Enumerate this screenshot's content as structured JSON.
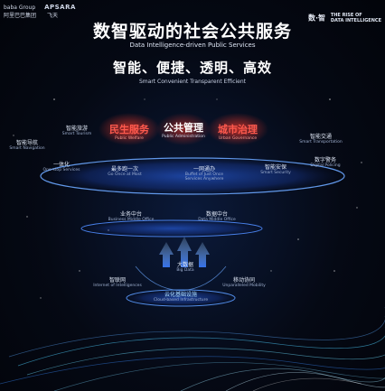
{
  "logos": {
    "left_brand": "APSARA",
    "left_small_1": "baba Group",
    "left_small_2": "阿里巴巴集团",
    "left_small_3": "飞天",
    "right_brand": "数·智",
    "right_line_1": "THE RISE OF",
    "right_line_2": "DATA INTELLIGENCE"
  },
  "title": {
    "main_cn": "数智驱动的社会公共服务",
    "main_en": "Data Intelligence-driven Public Services",
    "values_cn": "智能、便捷、透明、高效",
    "values_en": "Smart  Convenient  Transparent  Efficient"
  },
  "top_row": {
    "left": {
      "cn": "民生服务",
      "en": "Public Welfare"
    },
    "center": {
      "cn": "公共管理",
      "en": "Public Administration"
    },
    "right": {
      "cn": "城市治理",
      "en": "Urban Governance"
    }
  },
  "services": [
    {
      "cn": "智能导航",
      "en": "Smart Navigation"
    },
    {
      "cn": "智能旅游",
      "en": "Smart Tourism"
    },
    {
      "cn": "一体化",
      "en": "One-stop Services"
    },
    {
      "cn": "最多跑一次",
      "en": "Go Once at Most"
    },
    {
      "cn": "一网通办",
      "en": "Buffet of Just Once Services Anywhere"
    },
    {
      "cn": "智能安保",
      "en": "Smart Security"
    },
    {
      "cn": "智能交通",
      "en": "Smart Transportation"
    },
    {
      "cn": "数字警务",
      "en": "Digital Policing"
    }
  ],
  "middle": {
    "business": {
      "cn": "业务中台",
      "en": "Business Middle Office"
    },
    "data": {
      "cn": "数据中台",
      "en": "Data Middle Office"
    },
    "bigdata": {
      "cn": "大数据",
      "en": "Big Data"
    }
  },
  "bottom": {
    "iot": {
      "cn": "智联网",
      "en": "Internet of Intelligences"
    },
    "mobility": {
      "cn": "移动协同",
      "en": "Unparalleled Mobility"
    },
    "cloud": {
      "cn": "云化基础设施",
      "en": "Cloud-based Infrastructure"
    }
  },
  "colors": {
    "red": "#ff5a4e",
    "ring": "#2f6bff",
    "glow": "#5aa8ff"
  }
}
